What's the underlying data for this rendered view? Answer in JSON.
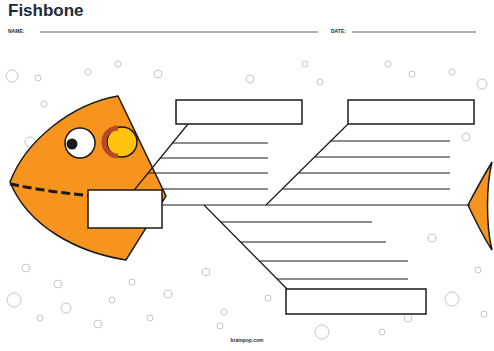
{
  "diagram": {
    "title": "Fishbone",
    "labels": [
      "NAME:",
      "DATE:",
      "brainpop.com"
    ]
  }
}
